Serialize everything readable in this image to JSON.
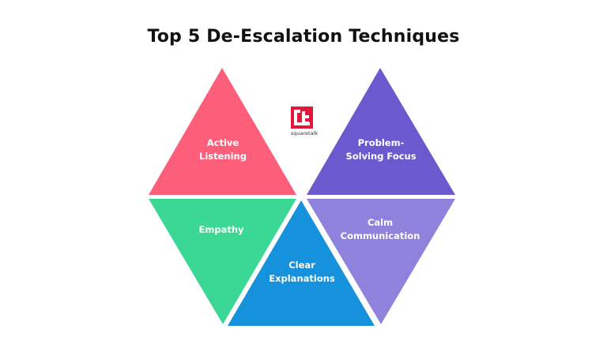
{
  "title": "Top 5 De-Escalation Techniques",
  "logo": {
    "text": "squaretalk",
    "glyph": "t",
    "color": "#e3173a"
  },
  "techniques": [
    {
      "label_line1": "Active",
      "label_line2": "Listening",
      "color": "#fd5f7b",
      "orientation": "up",
      "position": "top-left"
    },
    {
      "label_line1": "Problem-",
      "label_line2": "Solving Focus",
      "color": "#6a5acd",
      "orientation": "up",
      "position": "top-right"
    },
    {
      "label_line1": "Empathy",
      "label_line2": "",
      "color": "#3ad894",
      "orientation": "down",
      "position": "bottom-left"
    },
    {
      "label_line1": "Clear",
      "label_line2": "Explanations",
      "color": "#1691dc",
      "orientation": "up",
      "position": "bottom-center"
    },
    {
      "label_line1": "Calm",
      "label_line2": "Communication",
      "color": "#8f82dc",
      "orientation": "down",
      "position": "bottom-right"
    }
  ]
}
